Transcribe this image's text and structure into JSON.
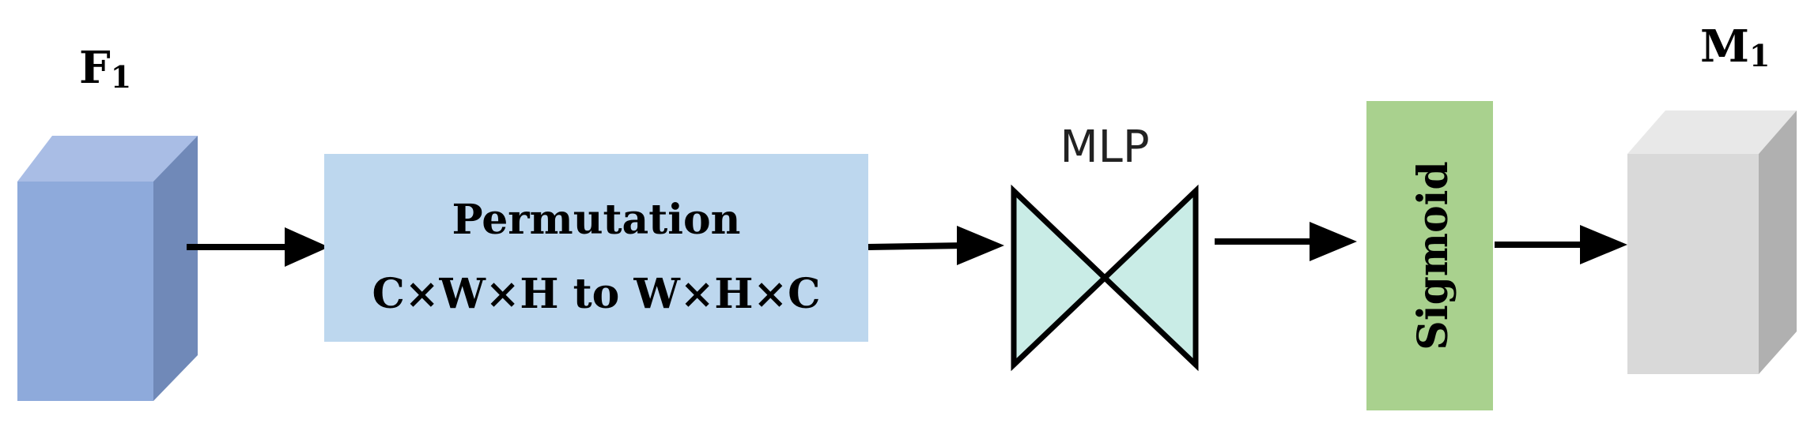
{
  "input_block": {
    "label": "F",
    "subscript": "1"
  },
  "permutation_block": {
    "title": "Permutation",
    "detail": "C×W×H to W×H×C"
  },
  "mlp_block": {
    "label": "MLP"
  },
  "sigmoid_block": {
    "label": "Sigmoid"
  },
  "output_block": {
    "label": "M",
    "subscript": "1"
  },
  "colors": {
    "input_front": "#8eaadb",
    "input_top": "#a9bde5",
    "input_side": "#7089b8",
    "permutation_fill": "#bdd7ee",
    "mlp_fill": "#c9ece6",
    "sigmoid_fill": "#a9d18e",
    "output_front": "#d9d9d9",
    "output_top": "#e8e8e8",
    "output_side": "#b0b0b0",
    "arrow": "#000000"
  }
}
